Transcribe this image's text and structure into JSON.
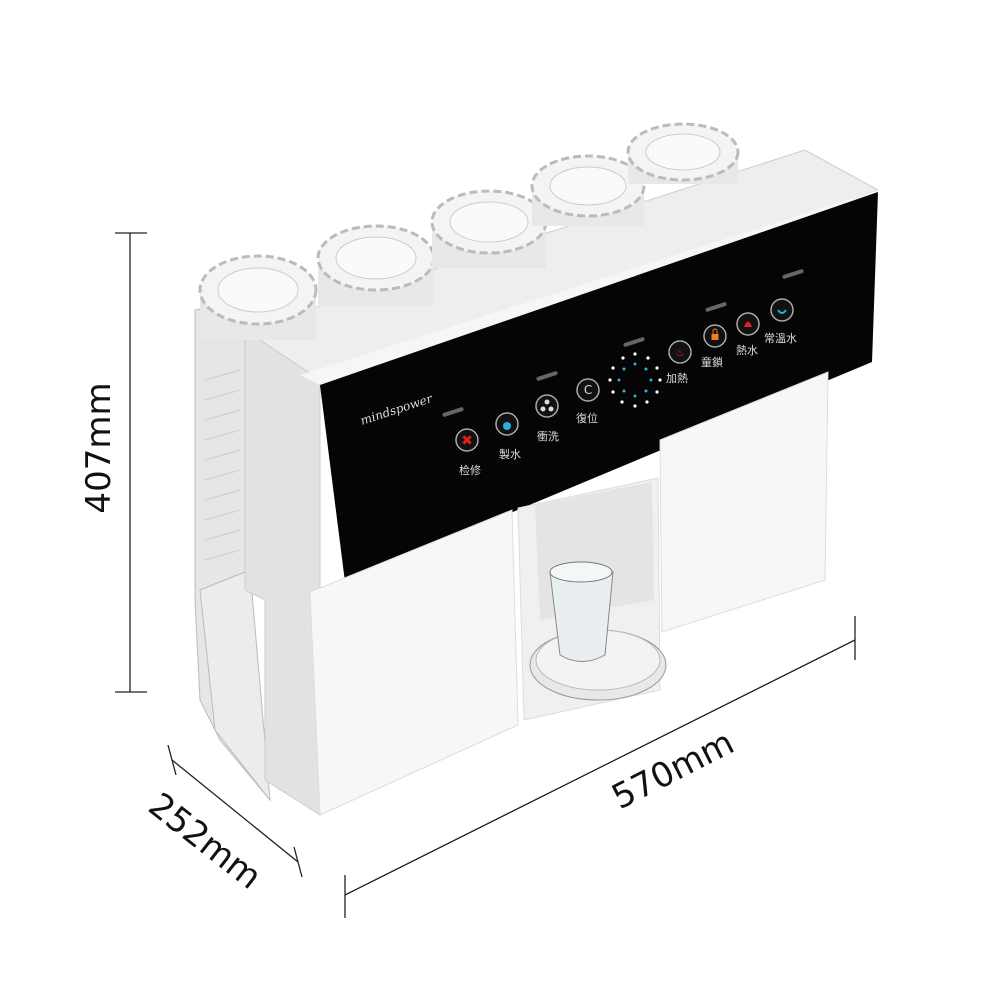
{
  "product": {
    "brand": "mindspower",
    "buttons": [
      {
        "label": "检修",
        "icon": "wrench-icon",
        "color": "#e02020"
      },
      {
        "label": "製水",
        "icon": "water-drop-icon",
        "color": "#2ab0e0"
      },
      {
        "label": "衝洗",
        "icon": "flush-icon",
        "color": "#dddddd"
      },
      {
        "label": "復位",
        "icon": "reset-icon",
        "color": "#dddddd"
      },
      {
        "label": "加熱",
        "icon": "heat-icon",
        "color": "#e02020"
      },
      {
        "label": "童鎖",
        "icon": "lock-icon",
        "color": "#f08020"
      },
      {
        "label": "熱水",
        "icon": "hot-water-icon",
        "color": "#e02020"
      },
      {
        "label": "常溫水",
        "icon": "normal-water-icon",
        "color": "#2ab0e0"
      }
    ]
  },
  "dimensions": {
    "height": "407mm",
    "depth": "252mm",
    "width": "570mm"
  }
}
